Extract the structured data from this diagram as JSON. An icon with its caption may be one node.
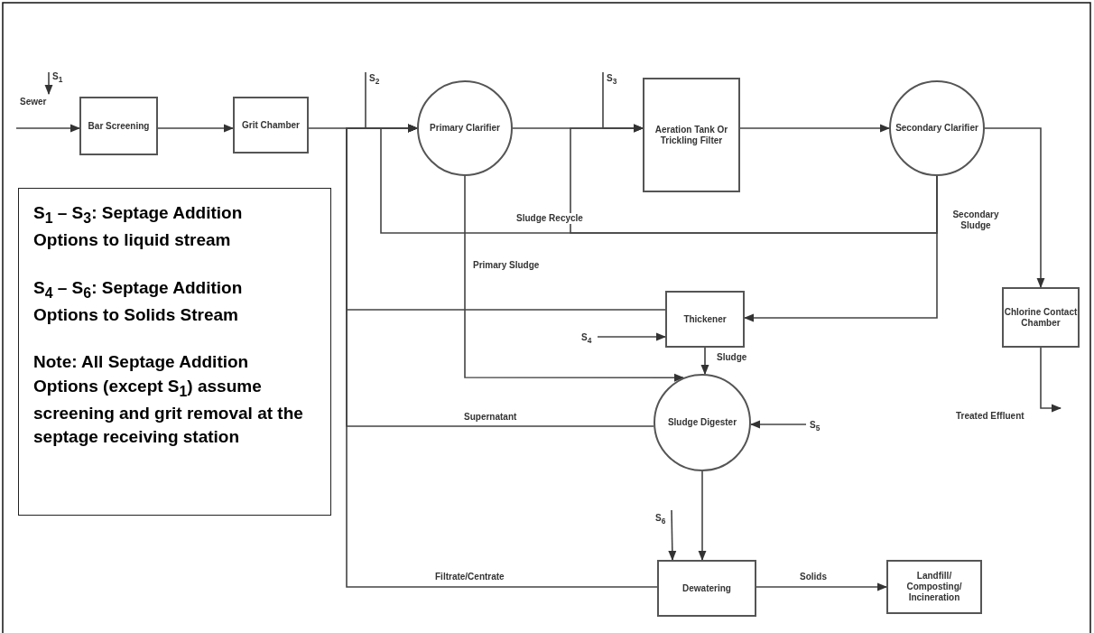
{
  "diagram": {
    "nodes": [
      {
        "text": [
          "S$_{1}$"
        ]
      },
      {
        "text": [
          "Sewer"
        ]
      },
      {
        "text": [
          "Bar Screening"
        ]
      },
      {
        "text": [
          "Grit Chamber"
        ]
      },
      {
        "text": [
          "S$_{2}$"
        ]
      },
      {
        "text": [
          "Primary Clarifier"
        ]
      },
      {
        "text": [
          "S$_{3}$"
        ]
      },
      {
        "text": [
          "Aeration Tank Or Trickling Filter"
        ]
      },
      {
        "text": [
          "Secondary Clarifier"
        ]
      },
      {
        "text": [
          "Chlorine Contact Chamber"
        ]
      },
      {
        "text": [
          "Treated Effluent"
        ]
      },
      {
        "text": [
          "Thickener"
        ]
      },
      {
        "text": [
          "S$_{4}$"
        ]
      },
      {
        "text": [
          "Sludge Digester"
        ]
      },
      {
        "text": [
          "S$_{5}$"
        ]
      },
      {
        "text": [
          "S$_{6}$"
        ]
      },
      {
        "text": [
          "Dewatering"
        ]
      },
      {
        "text": [
          "Landfill/ Composting/ Incineration"
        ]
      },
      {
        "text": [
          "S$_{1}$ – S$_{3}$: Septage Addition Options to liquid stream",
          "S$_{4}$ – S$_{6}$: Septage Addition Options to Solids Stream",
          "Note: All Septage Addition Options (except S$_{1}$) assume screening and grit removal at the septage receiving station"
        ]
      }
    ],
    "edges": [
      {
        "from": 1,
        "to": 2,
        "arrow": "to"
      },
      {
        "from": 0,
        "to": 1,
        "arrow": "to"
      },
      {
        "from": 2,
        "to": 3,
        "arrow": "to"
      },
      {
        "from": 3,
        "to": 5,
        "arrow": "to"
      },
      {
        "from": 4,
        "to": 5,
        "arrow": "to"
      },
      {
        "from": 5,
        "to": 7,
        "arrow": "to"
      },
      {
        "from": 6,
        "to": 7,
        "arrow": "to"
      },
      {
        "from": 7,
        "to": 8,
        "arrow": "to"
      },
      {
        "from": 8,
        "to": 9,
        "arrow": "to"
      },
      {
        "from": 9,
        "to": 10,
        "arrow": "to"
      },
      {
        "from": 8,
        "to": 5,
        "arrow": "to",
        "label": "Sludge Recycle"
      },
      {
        "from": 8,
        "to": 7,
        "arrow": "to"
      },
      {
        "from": 8,
        "to": 11,
        "arrow": "to",
        "label": "Secondary Sludge"
      },
      {
        "from": 5,
        "to": 13,
        "arrow": "to",
        "label": "Primary Sludge"
      },
      {
        "from": 11,
        "to": 5,
        "arrow": "to"
      },
      {
        "from": 12,
        "to": 11,
        "arrow": "to"
      },
      {
        "from": 11,
        "to": 13,
        "arrow": "to",
        "label": "Sludge"
      },
      {
        "from": 14,
        "to": 13,
        "arrow": "to"
      },
      {
        "from": 13,
        "to": 5,
        "arrow": "to",
        "label": "Supernatant"
      },
      {
        "from": 15,
        "to": 16,
        "arrow": "to"
      },
      {
        "from": 13,
        "to": 16,
        "arrow": "to"
      },
      {
        "from": 16,
        "to": 5,
        "arrow": "to",
        "label": "Filtrate/Centrate"
      },
      {
        "from": 16,
        "to": 17,
        "arrow": "to",
        "label": "Solids"
      }
    ]
  }
}
